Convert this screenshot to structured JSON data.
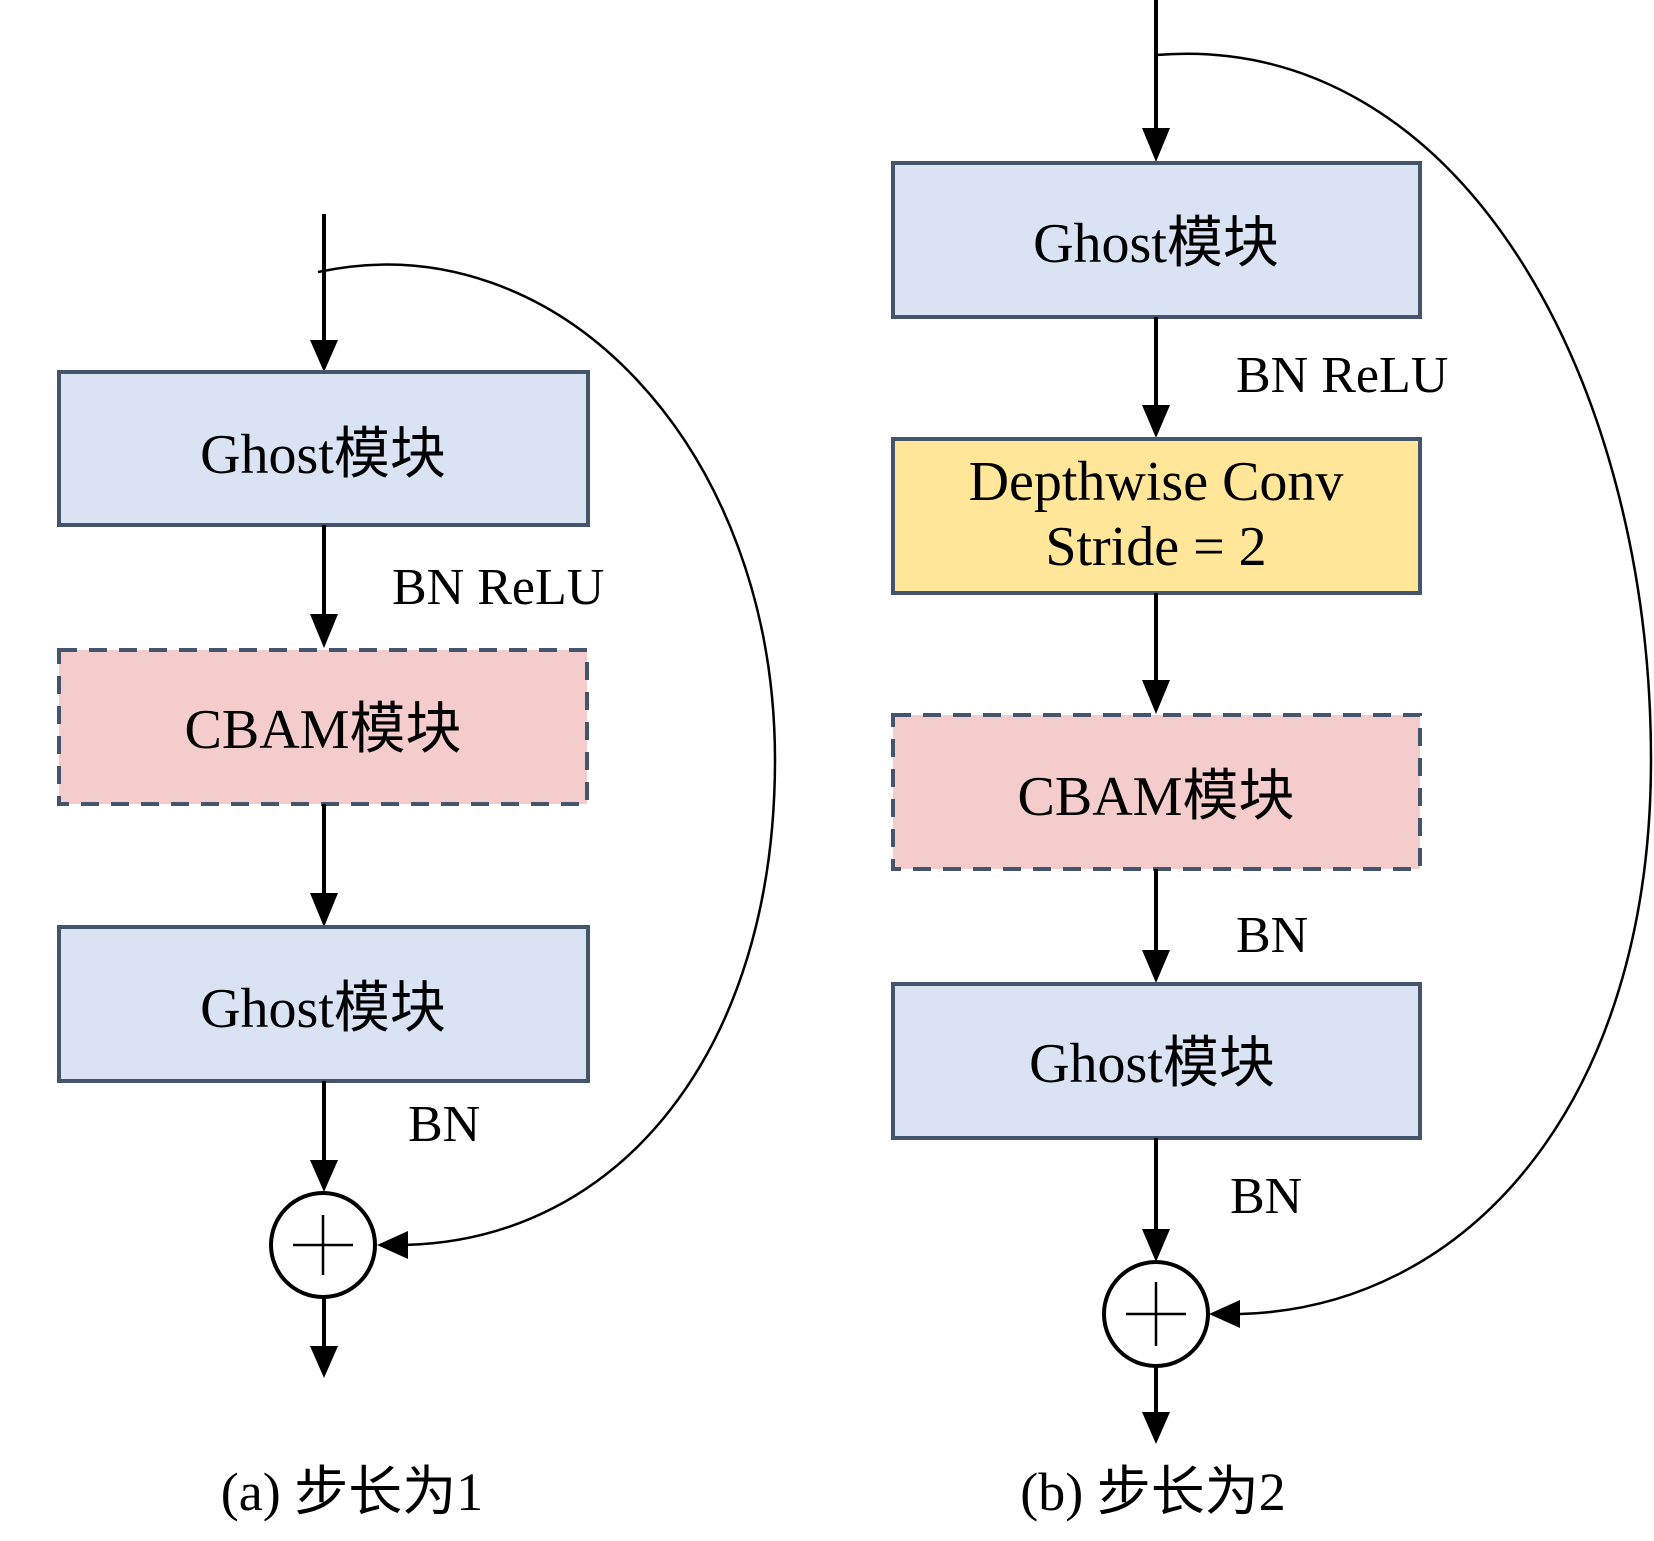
{
  "figure": {
    "panels": [
      {
        "id": "a",
        "caption": "(a) 步长为1",
        "blocks": [
          {
            "label": "Ghost模块",
            "kind": "ghost"
          },
          {
            "label": "CBAM模块",
            "kind": "cbam"
          },
          {
            "label": "Ghost模块",
            "kind": "ghost"
          }
        ],
        "edge_labels": [
          "BN ReLU",
          "BN"
        ],
        "sum_symbol": "+"
      },
      {
        "id": "b",
        "caption": "(b) 步长为2",
        "blocks": [
          {
            "label": "Ghost模块",
            "kind": "ghost"
          },
          {
            "label_line1": "Depthwise Conv",
            "label_line2": "Stride = 2",
            "kind": "depthwise"
          },
          {
            "label": "CBAM模块",
            "kind": "cbam"
          },
          {
            "label": "Ghost模块",
            "kind": "ghost"
          }
        ],
        "edge_labels": [
          "BN ReLU",
          "BN",
          "BN"
        ],
        "sum_symbol": "+"
      }
    ],
    "colors": {
      "ghost_fill": "#dae3f3",
      "depthwise_fill": "#ffe699",
      "cbam_fill": "#f4cccc",
      "border": "#44546a",
      "line": "#000000"
    }
  }
}
